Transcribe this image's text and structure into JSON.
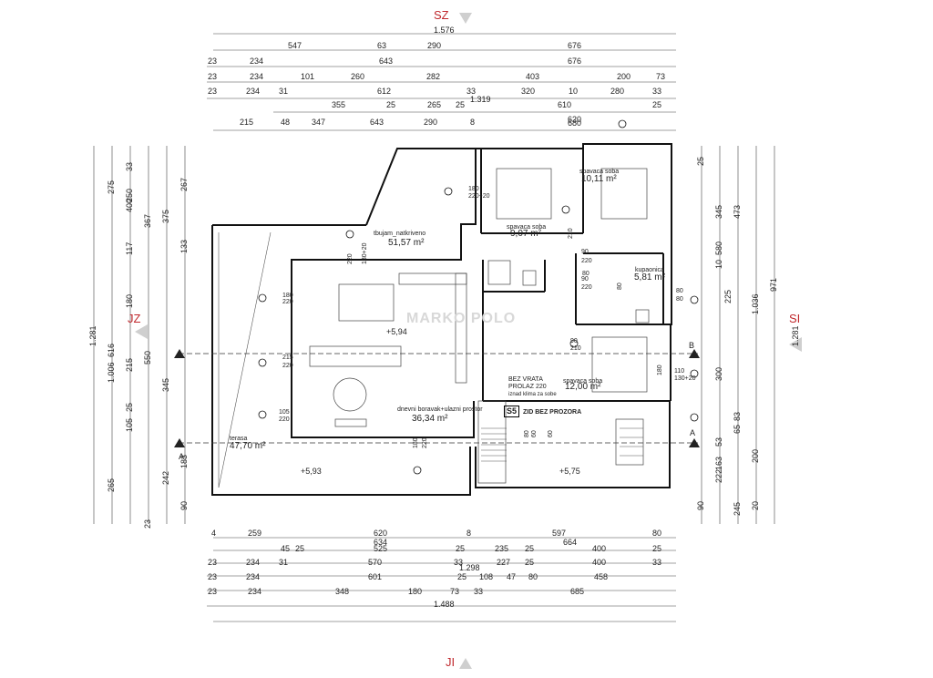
{
  "compass": {
    "north": "SZ",
    "south": "JI",
    "west": "JZ",
    "east": "SI"
  },
  "dims_top": {
    "total": "1.576",
    "r1": [
      "547",
      "63",
      "290",
      "676"
    ],
    "r2": [
      "23",
      "234",
      "643",
      "676"
    ],
    "r3": [
      "23",
      "234",
      "101",
      "260",
      "282",
      "403",
      "200",
      "73"
    ],
    "r4": [
      "23",
      "234",
      "31",
      "612",
      "33",
      "320",
      "10",
      "280",
      "33"
    ],
    "r5": [
      "355",
      "25",
      "265",
      "25",
      "1.319",
      "610",
      "25"
    ],
    "r6": [
      "215",
      "48",
      "347",
      "643",
      "290",
      "8",
      "620",
      "680"
    ]
  },
  "dims_bottom": {
    "r1": [
      "4",
      "259",
      "620",
      "8",
      "597",
      "80"
    ],
    "r2": [
      "634",
      "664"
    ],
    "r3": [
      "45",
      "25",
      "525",
      "25",
      "235",
      "25",
      "400",
      "25"
    ],
    "r4": [
      "23",
      "234",
      "31",
      "570",
      "33",
      "227",
      "25",
      "400",
      "33"
    ],
    "r5": [
      "23",
      "234",
      "601",
      "25",
      "108",
      "47",
      "80",
      "458",
      "1.298"
    ],
    "r6": [
      "23",
      "234",
      "348",
      "180",
      "73",
      "33",
      "685"
    ],
    "total": "1.488"
  },
  "dims_left": [
    "1.281",
    "1.006",
    "616",
    "265",
    "275",
    "400",
    "117",
    "180",
    "215",
    "345",
    "105",
    "33",
    "25",
    "250",
    "367",
    "183",
    "90",
    "23",
    "267",
    "133",
    "550",
    "242",
    "375"
  ],
  "dims_right": [
    "1.281",
    "971",
    "1.036",
    "473",
    "345",
    "580",
    "300",
    "225",
    "200",
    "245",
    "222",
    "163",
    "53",
    "83",
    "65",
    "20",
    "90",
    "25",
    "10"
  ],
  "rooms": {
    "terrace_covered": {
      "name": "tbujam_natkriveno",
      "area": "51,57 m²"
    },
    "living": {
      "name": "dnevni boravak+ulazni prostor",
      "area": "36,34 m²"
    },
    "terrace": {
      "name": "terasa",
      "area": "47,70 m²"
    },
    "bedroom1": {
      "name": "spavaca soba",
      "area": "9,07 m²"
    },
    "bedroom2": {
      "name": "spavaca soba",
      "area": "10,11 m²"
    },
    "bedroom3": {
      "name": "spavaca soba",
      "area": "12,00 m²"
    },
    "bath": {
      "name": "kupaonica",
      "area": "5,81 m²"
    }
  },
  "levels": [
    "+5,94",
    "+5,93",
    "+5,75"
  ],
  "notes": {
    "door": "BEZ VRATA",
    "passage": "PROLAZ 220",
    "ac": "iznad klima za sobe",
    "wall": "ZID BEZ PROZORA",
    "tag": "S5"
  },
  "door_labels": [
    "180",
    "220",
    "90",
    "220",
    "90",
    "220",
    "80",
    "80",
    "110",
    "130+20",
    "180",
    "220+20",
    "220",
    "130+20",
    "215",
    "220",
    "180",
    "220",
    "90",
    "210",
    "80",
    "80",
    "210",
    "105",
    "220",
    "180",
    "80",
    "60",
    "60"
  ],
  "section": {
    "a": "A",
    "b": "B"
  },
  "watermark": "MARKO POLO",
  "colors": {
    "compass": "#c0282d",
    "line": "#222222",
    "dash": "#333333",
    "tri": "#cfcfcf"
  }
}
